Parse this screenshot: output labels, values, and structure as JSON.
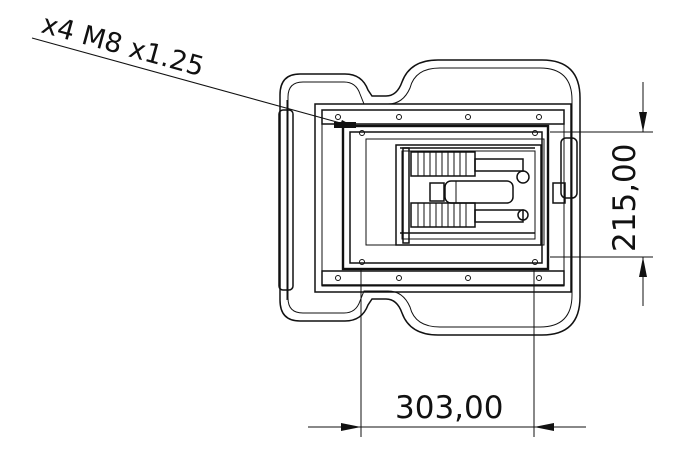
{
  "drawing": {
    "callout_text": "x4 M8 x1.25",
    "dim_vertical": "215,00",
    "dim_horizontal": "303,00"
  }
}
